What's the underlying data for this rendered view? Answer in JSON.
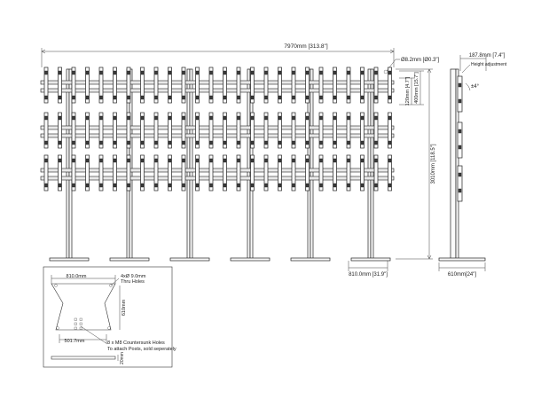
{
  "front_view": {
    "overall_width": "7970mm [313.8\"]",
    "hole_dia": "Ø8.2mm [Ø0.3\"]",
    "height_total": "3010mm [118.5\"]",
    "spacing_a": "120mm [4.7\"]",
    "spacing_b": "400mm [15.7\"]",
    "base_width": "810.0mm [31.9\"]"
  },
  "side_view": {
    "depth": "187.8mm [7.4\"]",
    "height_adjustment": "Height adjustment",
    "tilt": "±4°",
    "base_depth": "610mm[24\"]"
  },
  "base_plate": {
    "width": "810.0mm",
    "depth": "610mm",
    "inset": "501.7mm",
    "thickness": "20mm",
    "holes_note_line1": "4xØ 9.0mm",
    "holes_note_line2": "Thru Holes",
    "countersunk_line1": "8 x M8 Countersunk Holes",
    "countersunk_line2": "To attach Posts, sold seperately"
  }
}
